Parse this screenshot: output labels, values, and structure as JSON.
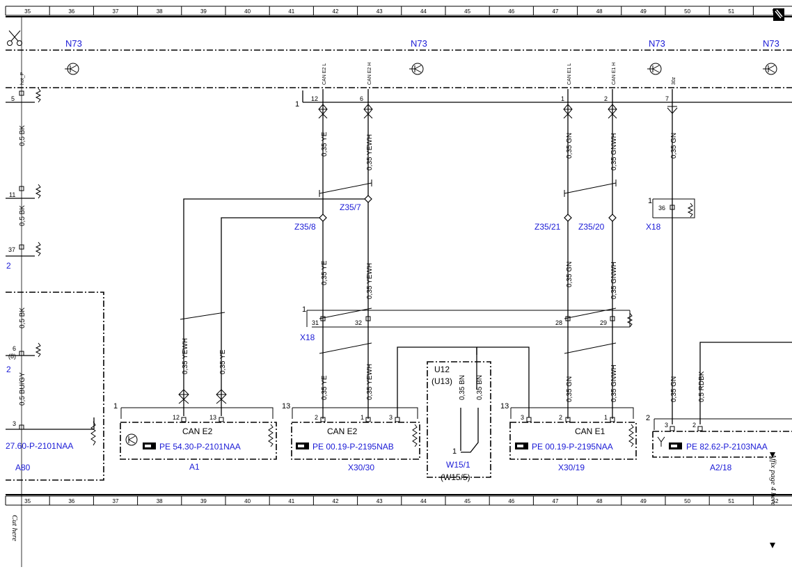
{
  "ruler": {
    "cells": [
      "35",
      "36",
      "37",
      "38",
      "39",
      "40",
      "41",
      "42",
      "43",
      "44",
      "45",
      "46",
      "47",
      "48",
      "49",
      "50",
      "51",
      "52"
    ]
  },
  "modules": {
    "n73_a": "N73",
    "n73_b": "N73",
    "n73_c": "N73",
    "n73_d": "N73"
  },
  "pins_top": {
    "hot_p": "hot_P",
    "can_e2_l": "CAN E2 L",
    "can_e2_h": "CAN E2 H",
    "can_e1_l": "CAN E1 L",
    "can_e1_h": "CAN E1 H",
    "p30z": "30z"
  },
  "pin_numbers_top": {
    "p5": "5",
    "p12": "12",
    "p6": "6",
    "p1": "1",
    "p2": "2",
    "p7": "7",
    "row1": "1"
  },
  "left_column": {
    "w1": "0,5 BK",
    "p11": "11",
    "w2": "0,5 BK",
    "p37": "37",
    "ref2a": "2",
    "w3": "0,5 BK",
    "p6": "6",
    "p8": "(8)",
    "ref2b": "2",
    "w4": "0,5 BU/GY",
    "p3": "3"
  },
  "wires": {
    "ye_top": "0,35 YE",
    "yewh_top": "0,35 YEWH",
    "gn_top": "0,35 GN",
    "gnwh_top": "0,35 GNWH",
    "gn_x18": "0,35 GN",
    "ye_mid": "0,35 YE",
    "yewh_mid": "0,35 YEWH",
    "gn_mid": "0,35 GN",
    "gnwh_mid": "0,35 GNWH",
    "a1_yewh": "0,35 YEWH",
    "a1_ye": "0,35 YE",
    "ye_low": "0,35 YE",
    "yewh_low": "0,35 YEWH",
    "bn_a": "0,35 BN",
    "bn_b": "0,35 BN",
    "gn_low": "0,35 GN",
    "gnwh_low": "0,35 GNWH",
    "gn_a2": "0,35 GN",
    "rdbk": "0,5 RDBK"
  },
  "splices": {
    "z35_7": "Z35/7",
    "z35_8": "Z35/8",
    "z35_21": "Z35/21",
    "z35_20": "Z35/20"
  },
  "x18_top": {
    "label": "X18",
    "pin": "36",
    "num": "1"
  },
  "x18_mid": {
    "label": "X18",
    "num": "1",
    "p31": "31",
    "p32": "32",
    "p28": "28",
    "p29": "29"
  },
  "a80": {
    "ref": "27.60-P-2101NAA",
    "label": "A80"
  },
  "a1": {
    "num": "1",
    "p12": "12",
    "p13": "13",
    "title": "CAN E2",
    "ref": "PE 54.30-P-2101NAA",
    "label": "A1"
  },
  "x30_30": {
    "num": "13",
    "p2": "2",
    "p1": "1",
    "p3": "3",
    "title": "CAN E2",
    "ref": "PE 00.19-P-2195NAB",
    "label": "X30/30"
  },
  "u12": {
    "label": "U12",
    "alt": "(U13)",
    "w_label": "W15/1",
    "w_alt": "(W15/5)",
    "pin": "1"
  },
  "x30_19": {
    "num": "13",
    "p3": "3",
    "p2": "2",
    "p1": "1",
    "title": "CAN E1",
    "ref": "PE 00.19-P-2195NAA",
    "label": "X30/19"
  },
  "a2_18": {
    "num": "2",
    "p3": "3",
    "p2": "2",
    "ref": "PE 82.62-P-2103NAA",
    "label": "A2/18"
  },
  "margin": {
    "cut_here": "Cut here",
    "affix": "Affix page 4 here"
  }
}
